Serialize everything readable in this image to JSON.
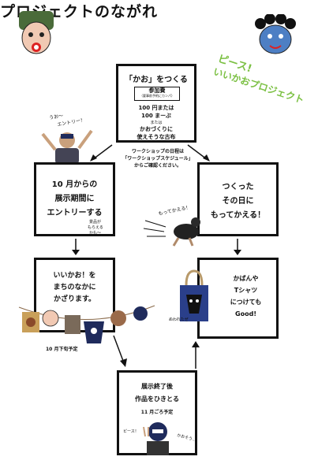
{
  "header": {
    "title": "プロジェクトのながれ"
  },
  "slogan": {
    "line1": "ピース!",
    "line2": "いいかおプロジェクト"
  },
  "step1": {
    "title": "「かお」をつくる",
    "fee_title": "参加費",
    "fee_sub": "（要事前予約にカンパ）",
    "fee_line1": "100 円または",
    "fee_line2": "100 まーぶ",
    "fee_line3": "または",
    "fee_line4": "かおづくりに",
    "fee_line5": "使えそうな古布"
  },
  "workshop_note": {
    "line1": "ワークショップの日程は",
    "line2": "「ワークショップスケジュール」",
    "line3": "からご確認ください。"
  },
  "bubble_entry": {
    "line1": "うお〜",
    "line2": "エントリー！"
  },
  "step2": {
    "line1": "10 月からの",
    "line2": "展示期間に",
    "line3": "エントリーする",
    "gift1": "景品が",
    "gift2": "もらえる",
    "gift3": "かも〜"
  },
  "step3": {
    "line1": "つくった",
    "line2": "その日に",
    "line3": "もってかえる！",
    "bubble": "もってかえる！"
  },
  "step4": {
    "line1": "いいかお！を",
    "line2": "まちのなかに",
    "line3": "かざります。",
    "date": "10 月下旬予定"
  },
  "step5": {
    "line1": "かばんや",
    "line2": "Tシャツ",
    "line3": "につけても",
    "line4": "Good!",
    "note": "ぬわれたぜ"
  },
  "step6": {
    "line1": "展示終了後",
    "line2": "作品をひきとる",
    "date": "11 月ごろ予定",
    "bubble1": "ピース！",
    "bubble2": "かおそう…"
  },
  "colors": {
    "accent_green": "#7bc043",
    "slogan_yellow": "#f5c400",
    "ink": "#111111",
    "mask_navy": "#1f2b5c"
  }
}
